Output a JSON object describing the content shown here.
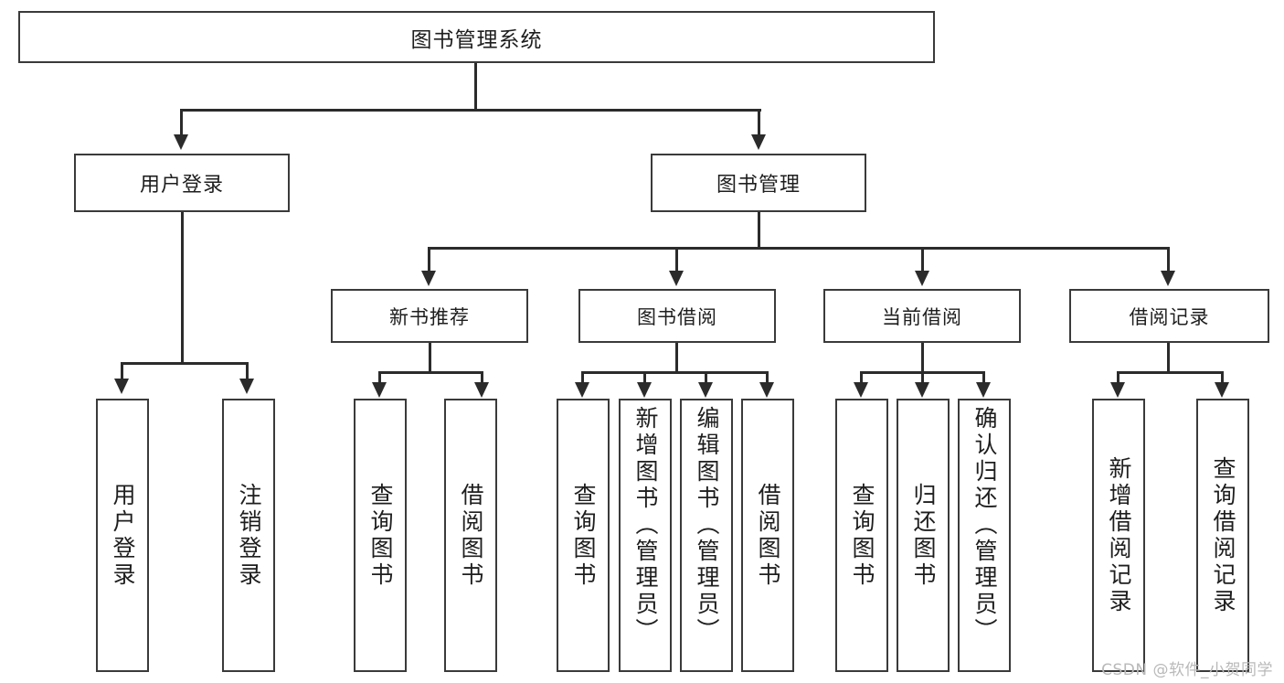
{
  "diagram": {
    "title": "图书管理系统",
    "type": "functional-structure-tree",
    "root": {
      "label": "图书管理系统"
    },
    "level2": [
      {
        "label": "用户登录"
      },
      {
        "label": "图书管理"
      }
    ],
    "level3": [
      {
        "label": "新书推荐"
      },
      {
        "label": "图书借阅"
      },
      {
        "label": "当前借阅"
      },
      {
        "label": "借阅记录"
      }
    ],
    "leaves": {
      "user_login": [
        {
          "label": "用户登录"
        },
        {
          "label": "注销登录"
        }
      ],
      "new_book": [
        {
          "label": "查询图书"
        },
        {
          "label": "借阅图书"
        }
      ],
      "book_borrow": [
        {
          "label": "查询图书"
        },
        {
          "label": "新增图书（管理员）"
        },
        {
          "label": "编辑图书（管理员）"
        },
        {
          "label": "借阅图书"
        }
      ],
      "current_borrow": [
        {
          "label": "查询图书"
        },
        {
          "label": "归还图书"
        },
        {
          "label": "确认归还（管理员）"
        }
      ],
      "borrow_record": [
        {
          "label": "新增借阅记录"
        },
        {
          "label": "查询借阅记录"
        }
      ]
    }
  },
  "watermark": {
    "text": "CSDN @软件_小贺同学"
  },
  "colors": {
    "box_border": "#3a3a3a",
    "line": "#2b2b2b",
    "background": "#ffffff",
    "text": "#1e1e1e",
    "watermark": "#b9b9b9"
  }
}
